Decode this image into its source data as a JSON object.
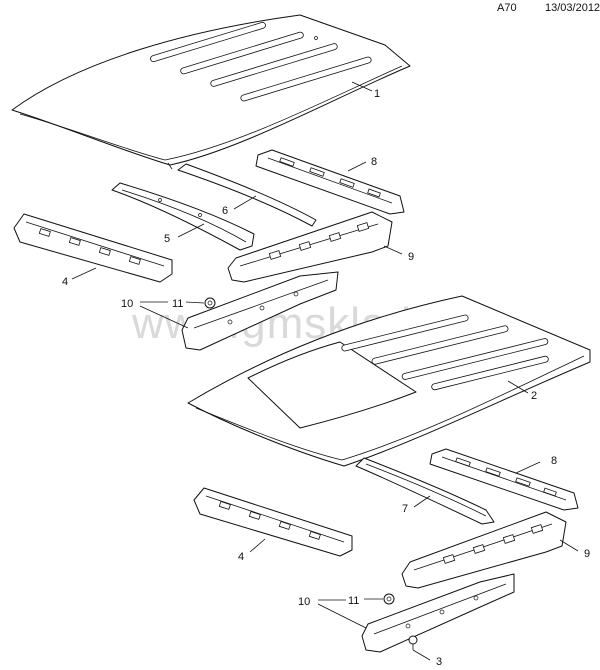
{
  "header": {
    "code": "A70",
    "date": "13/03/2012"
  },
  "watermark": "www.gmsklad.ru",
  "callouts": {
    "c1": "1",
    "c2": "2",
    "c3": "3",
    "c4a": "4",
    "c4b": "4",
    "c5": "5",
    "c6": "6",
    "c7": "7",
    "c8a": "8",
    "c8b": "8",
    "c9a": "9",
    "c9b": "9",
    "c10a": "10",
    "c10b": "10",
    "c11a": "11",
    "c11b": "11"
  }
}
